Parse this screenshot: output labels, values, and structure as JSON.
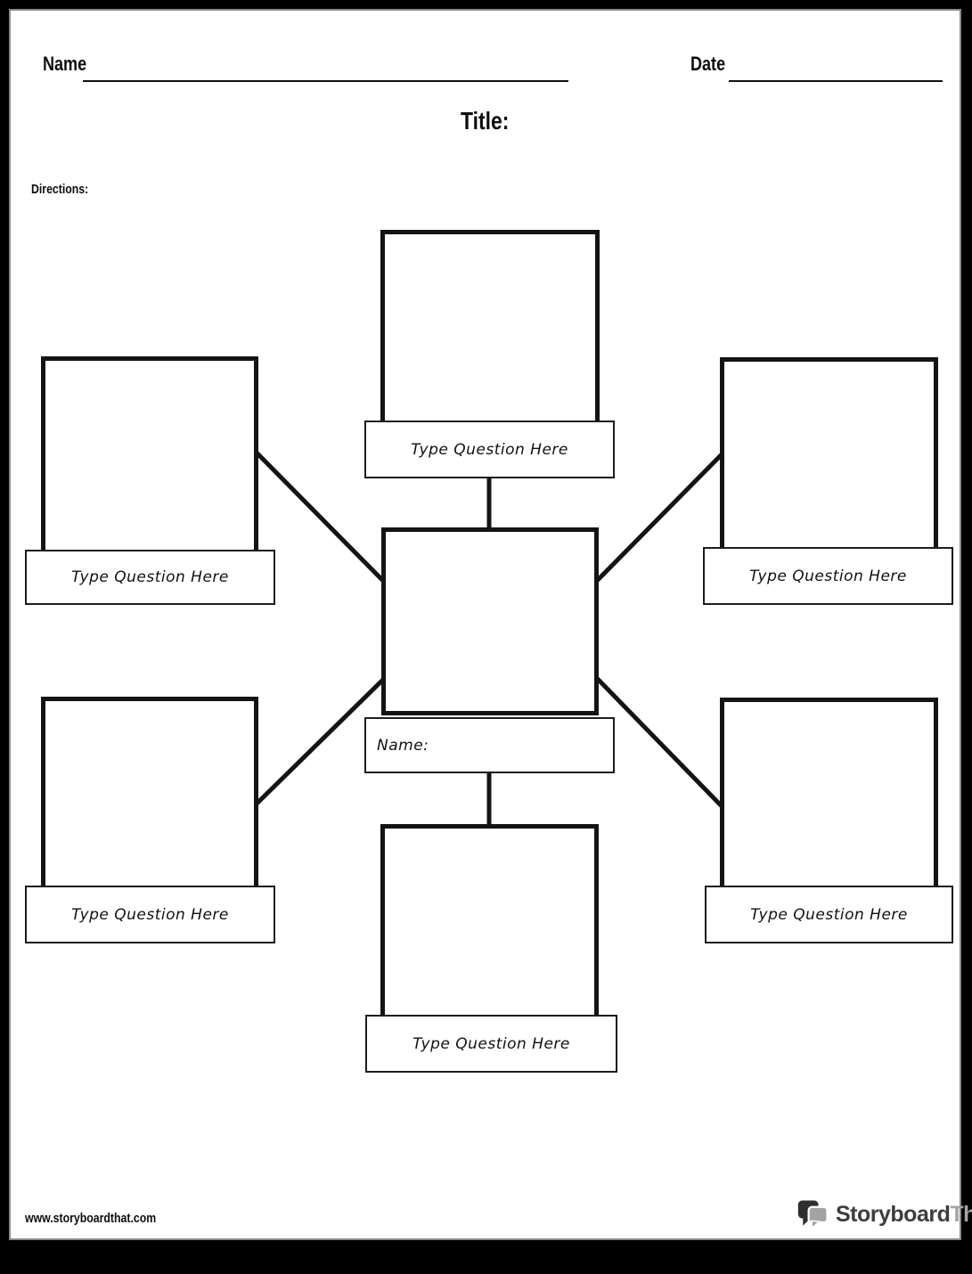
{
  "header": {
    "name_label": "Name",
    "date_label": "Date",
    "title": "Title:",
    "directions_label": "Directions:"
  },
  "diagram": {
    "center": {
      "label": "Name:"
    },
    "questions": [
      {
        "position": "top",
        "label": "Type Question Here"
      },
      {
        "position": "top-left",
        "label": "Type Question Here"
      },
      {
        "position": "top-right",
        "label": "Type Question Here"
      },
      {
        "position": "bottom-left",
        "label": "Type Question Here"
      },
      {
        "position": "bottom-right",
        "label": "Type Question Here"
      },
      {
        "position": "bottom",
        "label": "Type Question Here"
      }
    ]
  },
  "footer": {
    "url": "www.storyboardthat.com",
    "logo_storyboard": "Storyboard",
    "logo_that": "That"
  },
  "colors": {
    "frame": "#000000",
    "page_bg": "#ffffff",
    "line": "#141414",
    "logo_dark": "#3d3d3d",
    "logo_light": "#a5a5a5"
  }
}
